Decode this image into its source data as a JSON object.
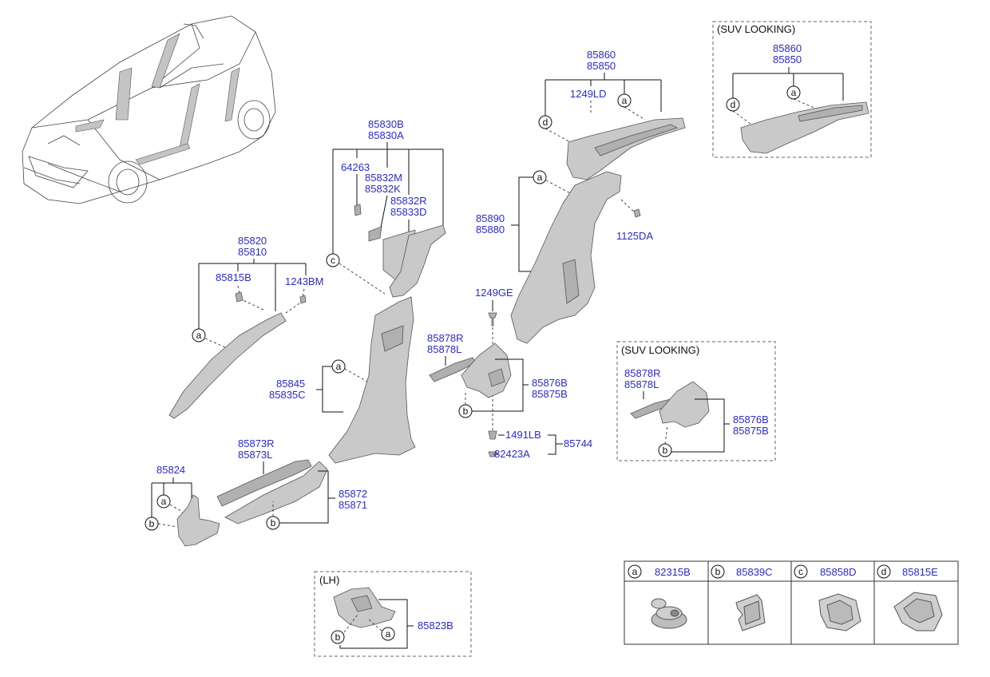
{
  "variant_labels": {
    "suv_looking": "(SUV LOOKING)",
    "lh": "(LH)"
  },
  "callouts": {
    "a": "a",
    "b": "b",
    "c": "c",
    "d": "d"
  },
  "parts": {
    "p85860": "85860",
    "p85850": "85850",
    "p1249LD": "1249LD",
    "p85830B": "85830B",
    "p85830A": "85830A",
    "p64263": "64263",
    "p85832M": "85832M",
    "p85832K": "85832K",
    "p85832R": "85832R",
    "p85833D": "85833D",
    "p85890": "85890",
    "p85880": "85880",
    "p1125DA": "1125DA",
    "p85820": "85820",
    "p85810": "85810",
    "p85815B": "85815B",
    "p1243BM": "1243BM",
    "p1249GE": "1249GE",
    "p85878R": "85878R",
    "p85878L": "85878L",
    "p85845": "85845",
    "p85835C": "85835C",
    "p85876B": "85876B",
    "p85875B": "85875B",
    "p1491LB": "1491LB",
    "p82423A": "82423A",
    "p85744": "85744",
    "p85873R": "85873R",
    "p85873L": "85873L",
    "p85824": "85824",
    "p85872": "85872",
    "p85871": "85871",
    "p85823B": "85823B"
  },
  "legend": [
    {
      "letter": "a",
      "part": "82315B",
      "icon": "push-rivet-clip-icon"
    },
    {
      "letter": "b",
      "part": "85839C",
      "icon": "trim-clip-icon"
    },
    {
      "letter": "c",
      "part": "85858D",
      "icon": "retainer-clip-icon"
    },
    {
      "letter": "d",
      "part": "85815E",
      "icon": "bracket-clip-icon"
    }
  ]
}
